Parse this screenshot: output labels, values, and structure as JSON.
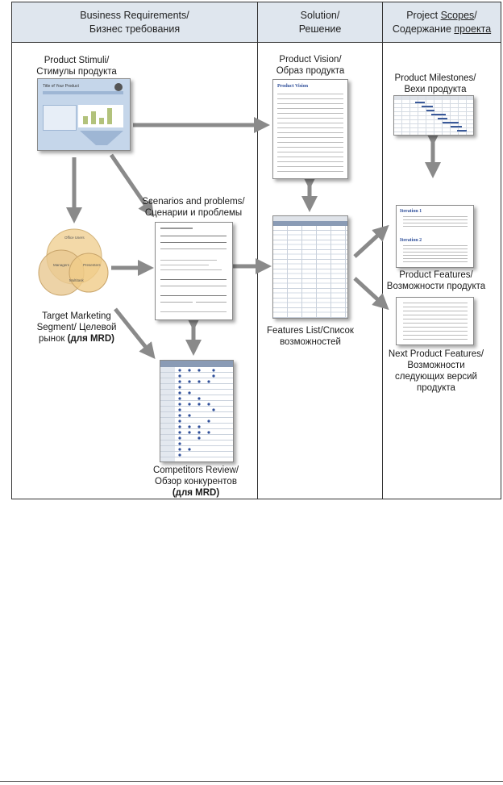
{
  "headers": {
    "business": [
      "Business Requirements/",
      "Бизнес требования"
    ],
    "solution": [
      "Solution/",
      "Решение"
    ],
    "project_prefix": "Project ",
    "project_scopes": "Scopes",
    "project_sep": "/",
    "project_ru_prefix": "Содержание ",
    "project_ru_word": "проекта"
  },
  "labels": {
    "stimuli": [
      "Product Stimuli/",
      "Стимулы продукта"
    ],
    "scenarios": [
      "Scenarios and problems/",
      "Сценарии и проблемы"
    ],
    "target": [
      "Target Marketing",
      "Segment/ Целевой",
      "рынок "
    ],
    "target_bold": "(для MRD)",
    "competitors": [
      "Competitors Review/",
      "Обзор конкурентов"
    ],
    "competitors_bold": "(для MRD)",
    "vision": [
      "Product Vision/",
      "Образ продукта"
    ],
    "features_list": [
      "Features List/Список",
      "возможностей"
    ],
    "milestones": [
      "Product Milestones/",
      "Вехи продукта"
    ],
    "product_features": [
      "Product Features/",
      "Возможности продукта"
    ],
    "next_features": [
      "Next Product Features/",
      "Возможности",
      "следующих версий",
      "продукта"
    ]
  },
  "thumbs": {
    "stimuli_title": "Title of Your Product",
    "vision_title": "Product Vision",
    "iteration1": "Iteration 1",
    "iteration2": "Iteration 2",
    "venn_top": "Office Users",
    "venn_left": "Managers",
    "venn_right": "Presenters",
    "venn_center": "Multitask"
  },
  "colors": {
    "header_bg": "#dfe6ee",
    "arrow": "#8a8a8a",
    "venn_fill": "#f3d9a8",
    "doc_blue": "#c5d6ea",
    "dot_blue": "#2f4f9a",
    "gantt_blue": "#3b5a9a"
  }
}
